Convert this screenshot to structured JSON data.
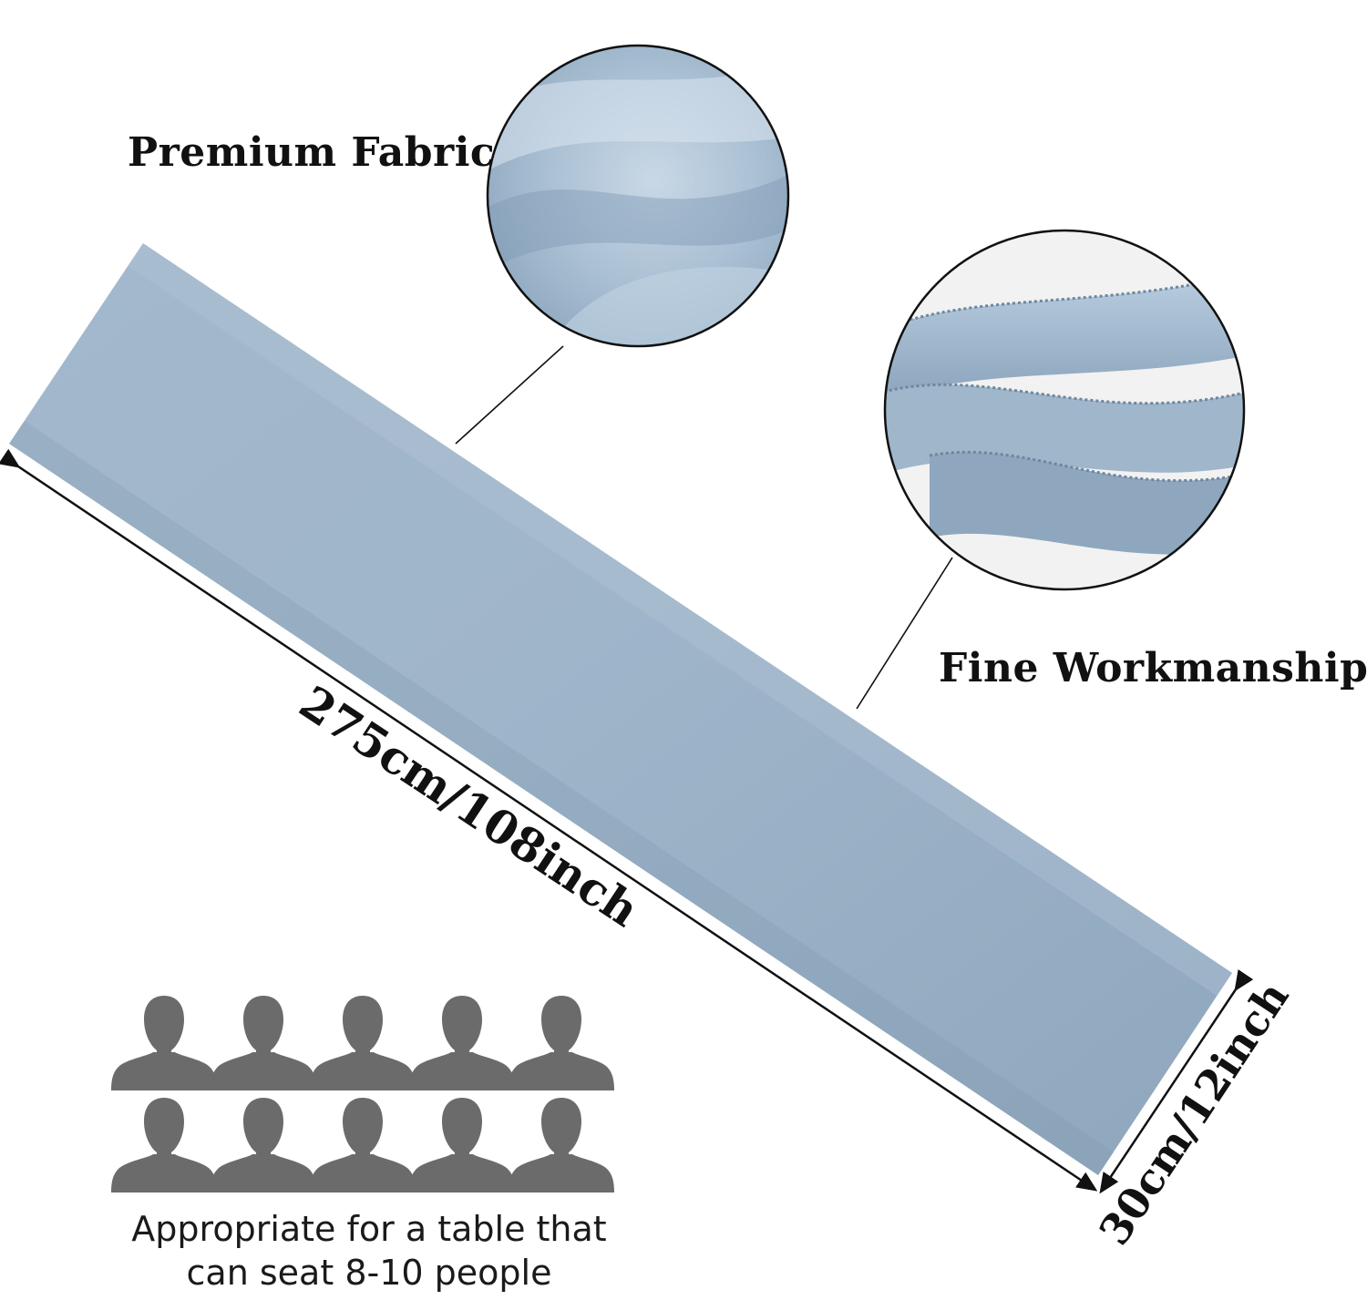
{
  "callouts": {
    "premium_fabric": "Premium Fabric",
    "fine_workmanship": "Fine Workmanship"
  },
  "dimensions": {
    "length": "275cm/108inch",
    "width": "30cm/12inch"
  },
  "capacity": {
    "line1": "Appropriate for a table that",
    "line2": "can seat 8-10 people",
    "people_icon_count": 10
  },
  "colors": {
    "runner": "#9db3c8",
    "runner_shadow": "#8ea6bd",
    "silhouette": "#6b6b6b",
    "text": "#111111"
  }
}
